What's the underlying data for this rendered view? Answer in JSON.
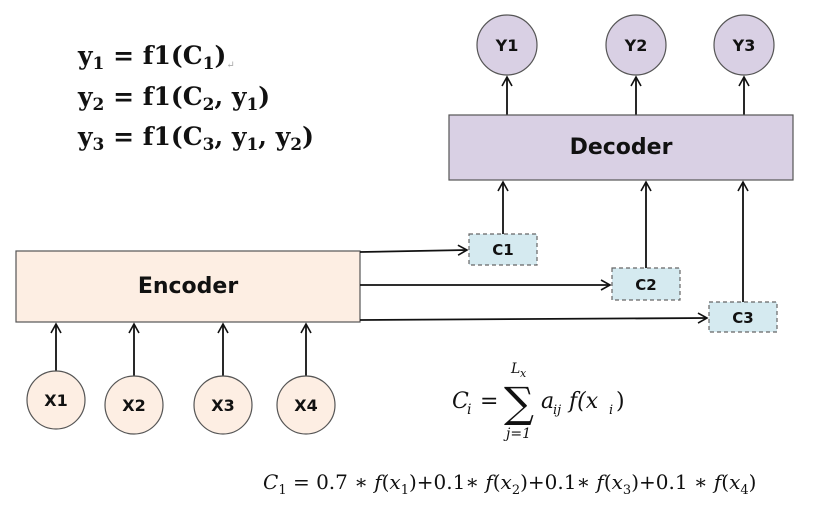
{
  "equations": [
    {
      "lhs": "y",
      "lhs_sub": "1",
      "rhs_fn": "f1",
      "args": [
        {
          "v": "C",
          "s": "1"
        }
      ],
      "trail": "↵"
    },
    {
      "lhs": "y",
      "lhs_sub": "2",
      "rhs_fn": "f1",
      "args": [
        {
          "v": "C",
          "s": "2"
        },
        {
          "v": "y",
          "s": "1"
        }
      ],
      "trail": ""
    },
    {
      "lhs": "y",
      "lhs_sub": "3",
      "rhs_fn": "f1",
      "args": [
        {
          "v": "C",
          "s": "3"
        },
        {
          "v": "y",
          "s": "1"
        },
        {
          "v": "y",
          "s": "2"
        }
      ],
      "trail": ""
    }
  ],
  "encoder": {
    "label": "Encoder",
    "fill": "#fdeee3"
  },
  "decoder": {
    "label": "Decoder",
    "fill": "#d9d0e4"
  },
  "inputs": [
    {
      "label": "X1"
    },
    {
      "label": "X2"
    },
    {
      "label": "X3"
    },
    {
      "label": "X4"
    }
  ],
  "outputs": [
    {
      "label": "Y1"
    },
    {
      "label": "Y2"
    },
    {
      "label": "Y3"
    }
  ],
  "contexts": [
    {
      "label": "C1"
    },
    {
      "label": "C2"
    },
    {
      "label": "C3"
    }
  ],
  "colors": {
    "input_fill": "#fdeee3",
    "output_fill": "#d9d0e4",
    "context_fill": "#d5eaf0",
    "stroke": "#555555"
  },
  "formula_general": {
    "lhs": "C",
    "lhs_sub": "i",
    "sum_upper": "L",
    "sum_upper_sub": "x",
    "sum_lower": "j=1",
    "term": "a",
    "term_sub": "ij",
    "fn": "f(x",
    "fn_sub": "i",
    "close": ")"
  },
  "formula_example": {
    "lhs": "C",
    "lhs_sub": "1",
    "terms": [
      {
        "coef": "0.7",
        "x_sub": "1"
      },
      {
        "coef": "0.1",
        "x_sub": "2"
      },
      {
        "coef": "0.1",
        "x_sub": "3"
      },
      {
        "coef": "0.1",
        "x_sub": "4"
      }
    ]
  }
}
